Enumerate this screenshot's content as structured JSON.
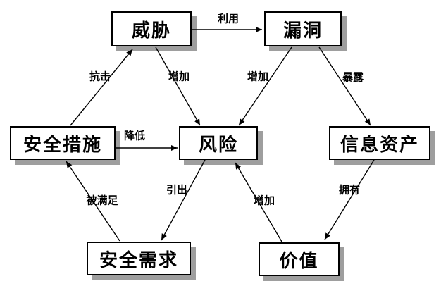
{
  "diagram": {
    "type": "concept-relationship-diagram",
    "language": "zh",
    "nodes": [
      {
        "id": "threat",
        "label": "威胁"
      },
      {
        "id": "vulnerability",
        "label": "漏洞"
      },
      {
        "id": "security-measures",
        "label": "安全措施"
      },
      {
        "id": "risk",
        "label": "风险"
      },
      {
        "id": "information-assets",
        "label": "信息资产"
      },
      {
        "id": "security-requirements",
        "label": "安全需求"
      },
      {
        "id": "value",
        "label": "价值"
      }
    ],
    "edges": [
      {
        "from": "威胁",
        "to": "漏洞",
        "label": "利用"
      },
      {
        "from": "安全措施",
        "to": "威胁",
        "label": "抗击"
      },
      {
        "from": "威胁",
        "to": "风险",
        "label": "增加"
      },
      {
        "from": "漏洞",
        "to": "风险",
        "label": "增加"
      },
      {
        "from": "漏洞",
        "to": "信息资产",
        "label": "暴露"
      },
      {
        "from": "安全措施",
        "to": "风险",
        "label": "降低"
      },
      {
        "from": "风险",
        "to": "安全需求",
        "label": "引出"
      },
      {
        "from": "安全需求",
        "to": "安全措施",
        "label": "被满足"
      },
      {
        "from": "价值",
        "to": "风险",
        "label": "增加"
      },
      {
        "from": "信息资产",
        "to": "价值",
        "label": "拥有"
      }
    ],
    "colors": {
      "background": "#ffffff",
      "box_fill": "#ffffff",
      "box_border": "#000000",
      "box_shadow": "#9e9e9e",
      "line": "#000000",
      "text": "#000000"
    }
  }
}
